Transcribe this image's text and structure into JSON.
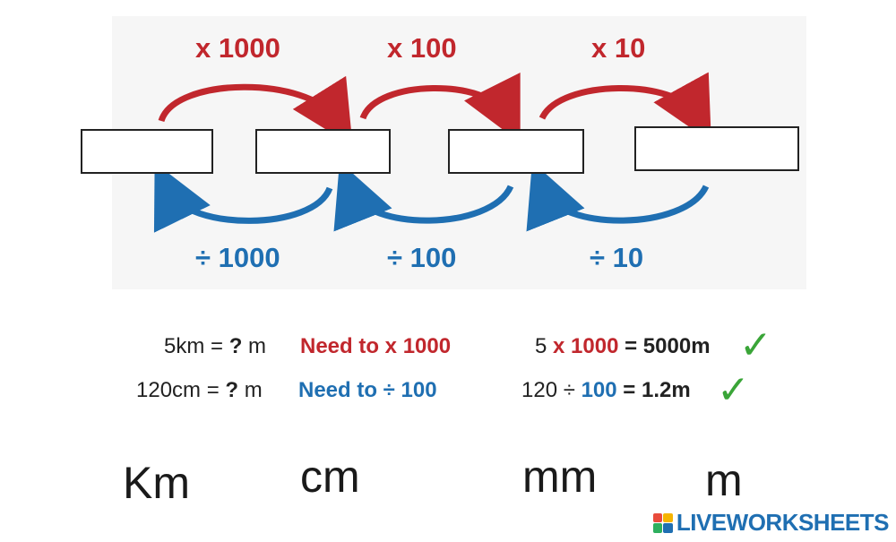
{
  "multipliers": [
    "x 1000",
    "x 100",
    "x 10"
  ],
  "divisors": [
    "÷ 1000",
    "÷ 100",
    "÷ 10"
  ],
  "examples": [
    {
      "question_left": "5km = ",
      "question_mark": "?",
      "question_right": " m",
      "need": "Need to x 1000",
      "calc_a": "5",
      "calc_op": " x ",
      "calc_b": "1000",
      "calc_eq": " = ",
      "calc_result": "5000m"
    },
    {
      "question_left": "120cm = ",
      "question_mark": "?",
      "question_right": " m",
      "need": "Need to ÷ 100",
      "calc_a": "120",
      "calc_op": " ÷ ",
      "calc_b": "100",
      "calc_eq": " = ",
      "calc_result": "1.2m"
    }
  ],
  "check_mark": "✓",
  "units": [
    "Km",
    "cm",
    "mm",
    "m"
  ],
  "brand": {
    "name": "LIVEWORKSHEETS",
    "color": "#1f6fb2"
  },
  "colors": {
    "multiply": "#c1272d",
    "divide": "#1f6fb2",
    "check": "#3aa538"
  }
}
